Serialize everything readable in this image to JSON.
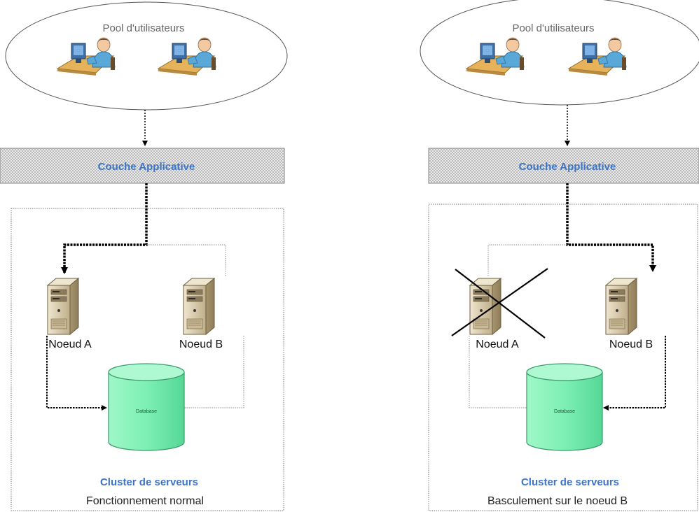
{
  "colors": {
    "layer_text": "#3b74c9",
    "cluster_title": "#3b74c9",
    "database_fill": "#7df0b4",
    "database_stroke": "#3a9a6a",
    "server_body": "#d6c7a6",
    "layer_fill": "#d8d8d8",
    "line": "#000000"
  },
  "left": {
    "pool_label": "Pool d'utilisateurs",
    "layer_label": "Couche Applicative",
    "node_a_label": "Noeud A",
    "node_b_label": "Noeud B",
    "database_label": "Database",
    "cluster_title": "Cluster de serveurs",
    "caption": "Fonctionnement normal",
    "icons": [
      "user-workstation-icon",
      "user-workstation-icon",
      "server-icon",
      "server-icon",
      "database-icon"
    ]
  },
  "right": {
    "pool_label": "Pool d'utilisateurs",
    "layer_label": "Couche Applicative",
    "node_a_label": "Noeud A",
    "node_b_label": "Noeud B",
    "database_label": "Database",
    "cluster_title": "Cluster de serveurs",
    "caption": "Basculement sur le noeud B",
    "failed_node": "Noeud A",
    "icons": [
      "user-workstation-icon",
      "user-workstation-icon",
      "server-icon",
      "server-icon",
      "database-icon",
      "failure-cross-icon"
    ]
  }
}
